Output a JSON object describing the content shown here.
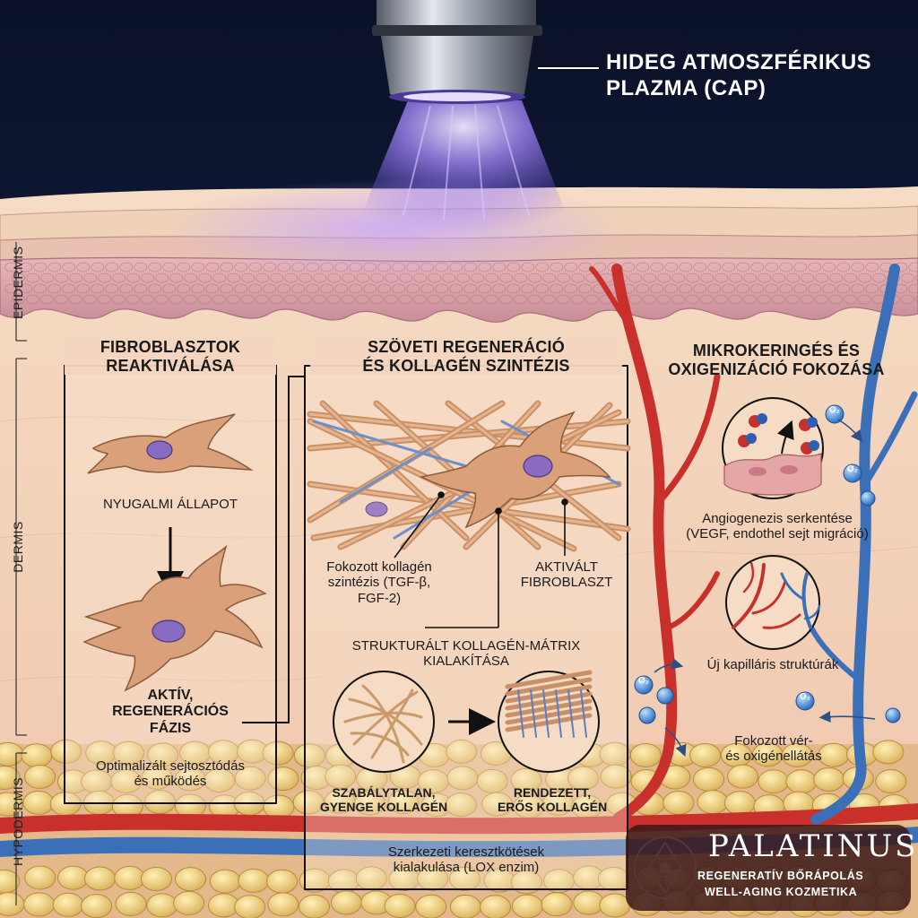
{
  "device": {
    "label_line1": "HIDEG ATMOSZFÉRIKUS",
    "label_line2": "PLAZMA (CAP)"
  },
  "layers": {
    "epidermis": "EPIDERMIS",
    "dermis": "DERMIS",
    "hypodermis": "HYPODERMIS"
  },
  "panel_left": {
    "title_line1": "FIBROBLASZTOK",
    "title_line2": "REAKTIVÁLÁSA",
    "resting": "NYUGALMI ÁLLAPOT",
    "active_line1": "AKTÍV,",
    "active_line2": "REGENERÁCIÓS",
    "active_line3": "FÁZIS",
    "note_line1": "Optimalizált sejtosztódás",
    "note_line2": "és működés"
  },
  "panel_middle": {
    "title_line1": "SZÖVETI REGENERÁCIÓ",
    "title_line2": "ÉS KOLLAGÉN SZINTÉZIS",
    "collagen_line1": "Fokozott kollagén",
    "collagen_line2": "szintézis (TGF-β,",
    "collagen_line3": "FGF-2)",
    "fibroblast_line1": "AKTIVÁLT",
    "fibroblast_line2": "FIBROBLASZT",
    "matrix_line1": "STRUKTURÁLT KOLLAGÉN-MÁTRIX",
    "matrix_line2": "KIALAKÍTÁSA",
    "irregular_line1": "SZABÁLYTALAN,",
    "irregular_line2": "GYENGE KOLLAGÉN",
    "ordered_line1": "RENDEZETT,",
    "ordered_line2": "ERŐS KOLLAGÉN",
    "crosslink_line1": "Szerkezeti keresztkötések",
    "crosslink_line2": "kialakulása (LOX enzim)"
  },
  "panel_right": {
    "title_line1": "MIKROKERINGÉS ÉS",
    "title_line2": "OXIGENIZÁCIÓ FOKOZÁSA",
    "angio_line1": "Angiogenezis serkentése",
    "angio_line2": "(VEGF, endothel sejt migráció)",
    "capillary": "Új kapilláris struktúrák",
    "supply_line1": "Fokozott vér-",
    "supply_line2": "és oxigénellátás",
    "o2": "O₂"
  },
  "brand": {
    "name": "PALATINUS",
    "line1": "REGENERATÍV BŐRÁPOLÁS",
    "line2": "WELL-AGING KOZMETIKA"
  },
  "colors": {
    "background": "#0c1530",
    "skin": "#f2cfb4",
    "epidermis": "#d9a0a8",
    "plasma": "#8a6cff",
    "artery": "#c9302c",
    "vein": "#3b6fb8",
    "fat": "#e9c76c",
    "brand_bg": "#3c1919"
  }
}
